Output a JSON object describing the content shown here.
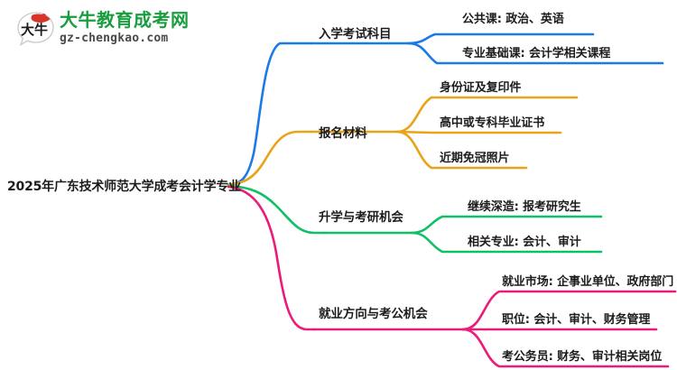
{
  "logo": {
    "mark_text": "大牛",
    "title": "大牛教育成考网",
    "subtitle": "gz-chengkao.com",
    "brand_green": "#1a9d3f",
    "brand_red": "#d9342b"
  },
  "mindmap": {
    "root": {
      "label": "2025年广东技术师范大学成考会计学专业"
    },
    "branches": [
      {
        "label": "入学考试科目",
        "color": "#1a7ae8",
        "children": [
          {
            "label": "公共课: 政治、英语"
          },
          {
            "label": "专业基础课: 会计学相关课程"
          }
        ]
      },
      {
        "label": "报名材料",
        "color": "#e8a317",
        "children": [
          {
            "label": "身份证及复印件"
          },
          {
            "label": "高中或专科毕业证书"
          },
          {
            "label": "近期免冠照片"
          }
        ]
      },
      {
        "label": "升学与考研机会",
        "color": "#10c066",
        "children": [
          {
            "label": "继续深造: 报考研究生"
          },
          {
            "label": "相关专业: 会计、审计"
          }
        ]
      },
      {
        "label": "就业方向与考公机会",
        "color": "#ec1a78",
        "children": [
          {
            "label": "就业市场: 企事业单位、政府部门"
          },
          {
            "label": "职位: 会计、审计、财务管理"
          },
          {
            "label": "考公务员: 财务、审计相关岗位"
          }
        ]
      }
    ]
  }
}
